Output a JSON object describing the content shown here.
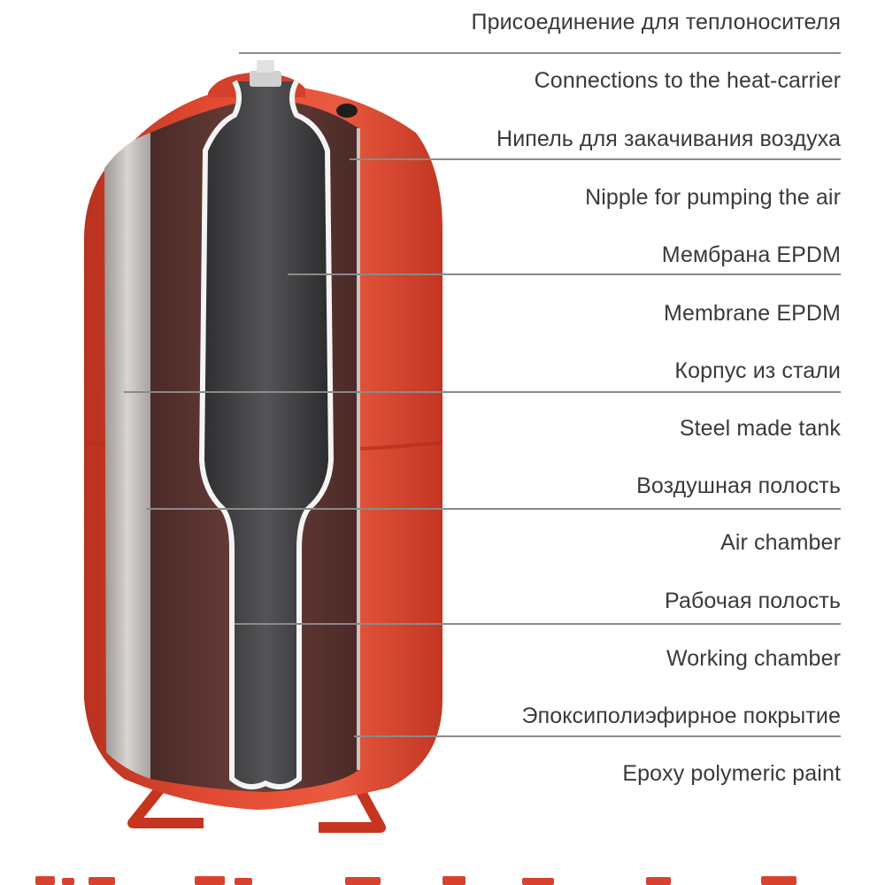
{
  "colors": {
    "tank_red": "#d9412f",
    "tank_red_dark": "#a82a1f",
    "steel_gray": "#b9b4b2",
    "membrane_dark": "#3d3d3f",
    "cavity_brown": "#5a3531",
    "leader_line": "#8a8a8a",
    "label_text": "#3a3a3a"
  },
  "labels": {
    "connection_ru": "Присоединение для теплоносителя",
    "connection_en": "Connections to the heat-carrier",
    "nipple_ru": "Нипель для закачивания воздуха",
    "nipple_en": "Nipple for pumping the air",
    "membrane_ru": "Мембрана EPDM",
    "membrane_en": "Membrane EPDM",
    "body_ru": "Корпус из стали",
    "body_en": "Steel made tank",
    "air_ru": "Воздушная полость",
    "air_en": "Air chamber",
    "working_ru": "Рабочая полость",
    "working_en": "Working chamber",
    "coating_ru": "Эпоксиполиэфирное покрытие",
    "coating_en": "Epoxy polymeric paint"
  }
}
